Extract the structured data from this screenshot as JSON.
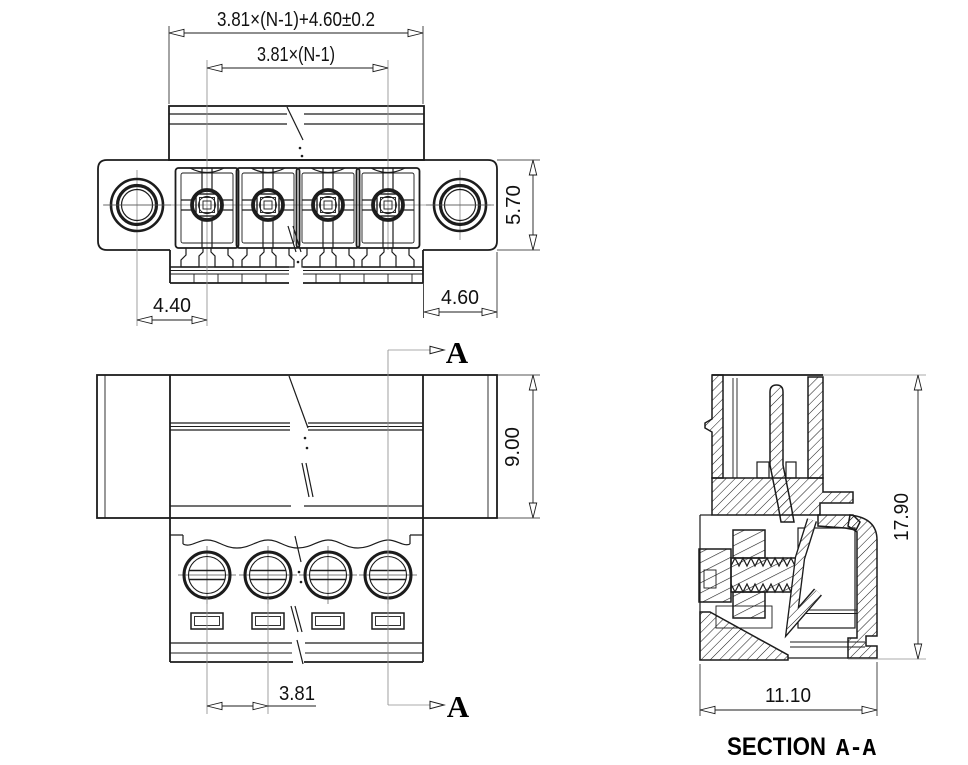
{
  "dimensions": {
    "total_width": "3.81×(N-1)+4.60±0.2",
    "pin_span": "3.81×(N-1)",
    "flange_height": "5.70",
    "hole_to_first_pin": "4.40",
    "flange_edge_offset": "4.60",
    "body_height": "9.00",
    "pin_pitch": "3.81",
    "overall_height": "17.90",
    "overall_depth": "11.10"
  },
  "section": {
    "word": "SECTION",
    "name": "A-A",
    "arrow_label_top": "A",
    "arrow_label_bottom": "A"
  },
  "colors": {
    "line": "#1c1c1c",
    "centerline": "#8f8f8f",
    "background": "#ffffff"
  }
}
